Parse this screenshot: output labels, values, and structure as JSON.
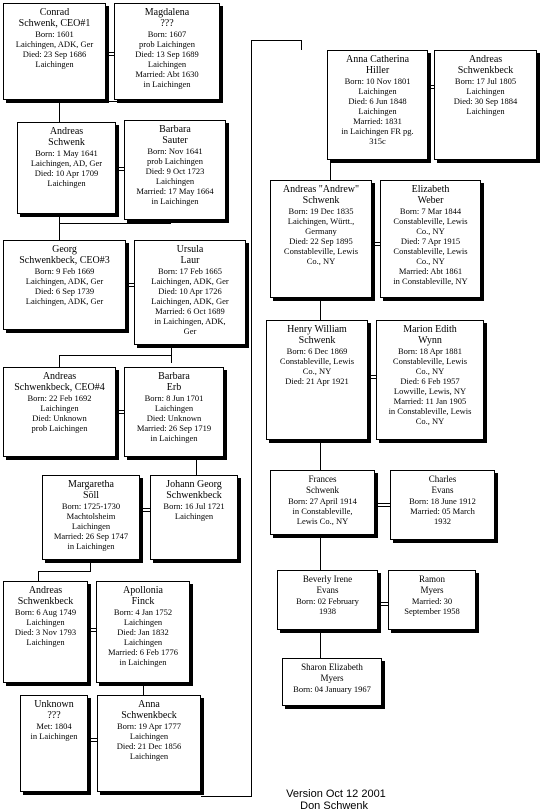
{
  "people": {
    "p1": {
      "name": "Conrad\nSchwenk, CEO#1",
      "details": "Born: 1601\nLaichingen, ADK, Ger\nDied: 23 Sep 1686\nLaichingen"
    },
    "p2": {
      "name": "Magdalena\n???",
      "details": "Born: 1607\nprob Laichingen\nDied: 13 Sep 1689\nLaichingen\nMarried: Abt 1630\nin Laichingen"
    },
    "p3": {
      "name": "Andreas\nSchwenk",
      "details": "Born: 1 May 1641\nLaichingen, AD, Ger\nDied: 10 Apr 1709\nLaichingen"
    },
    "p4": {
      "name": "Barbara\nSauter",
      "details": "Born: Nov 1641\nprob Laichingen\nDied: 9 Oct 1723\nLaichingen\nMarried: 17 May 1664\nin Laichingen"
    },
    "p5": {
      "name": "Georg\nSchwenkbeck, CEO#3",
      "details": "Born: 9 Feb 1669\nLaichingen, ADK, Ger\nDied: 6 Sep 1739\nLaichingen, ADK, Ger"
    },
    "p6": {
      "name": "Ursula\nLaur",
      "details": "Born: 17 Feb 1665\nLaichingen, ADK, Ger\nDied: 10 Apr 1726\nLaichingen, ADK, Ger\nMarried: 6 Oct 1689\nin Laichingen, ADK,\nGer"
    },
    "p7": {
      "name": "Andreas\nSchwenkbeck, CEO#4",
      "details": "Born: 22 Feb 1692\nLaichingen\nDied: Unknown\nprob Laichingen"
    },
    "p8": {
      "name": "Barbara\nErb",
      "details": "Born: 8 Jun 1701\nLaichingen\nDied: Unknown\nMarried: 26 Sep 1719\nin Laichingen"
    },
    "p9": {
      "name": "Margaretha\nSöll",
      "details": "Born: 1725-1730\nMachtolsheim\nLaichingen\nMarried: 26 Sep 1747\nin Laichingen"
    },
    "p10": {
      "name": "Johann Georg\nSchwenkbeck",
      "details": "Born: 16 Jul 1721\nLaichingen"
    },
    "p11": {
      "name": "Andreas\nSchwenkbeck",
      "details": "Born: 6 Aug 1749\nLaichingen\nDied: 3 Nov 1793\nLaichingen"
    },
    "p12": {
      "name": "Apollonia\nFinck",
      "details": "Born: 4 Jan 1752\nLaichingen\nDied: Jan 1832\nLaichingen\nMarried: 6 Feb 1776\nin Laichingen"
    },
    "p13": {
      "name": "Unknown\n???",
      "details": "Met: 1804\nin Laichingen"
    },
    "p14": {
      "name": "Anna\nSchwenkbeck",
      "details": "Born: 19 Apr 1777\nLaichingen\nDied: 21 Dec 1856\nLaichingen"
    },
    "p15": {
      "name": "Anna Catherina\nHiller",
      "details": "Born: 10 Nov 1801\nLaichingen\nDied: 6 Jun 1848\nLaichingen\nMarried: 1831\nin Laichingen FR pg.\n315c"
    },
    "p16": {
      "name": "Andreas\nSchwenkbeck",
      "details": "Born: 17 Jul 1805\nLaichingen\nDied: 30 Sep 1884\nLaichingen"
    },
    "p17": {
      "name": "Andreas \"Andrew\"\nSchwenk",
      "details": "Born: 19 Dec 1835\nLaichingen, Württ.,\nGermany\nDied: 22 Sep 1895\nConstableville, Lewis\nCo., NY"
    },
    "p18": {
      "name": "Elizabeth\nWeber",
      "details": "Born: 7 Mar 1844\nConstableville, Lewis\nCo., NY\nDied: 7 Apr 1915\nConstableville, Lewis\nCo., NY\nMarried: Abt 1861\nin Constableville, NY"
    },
    "p19": {
      "name": "Henry William\nSchwenk",
      "details": "Born: 6 Dec 1869\nConstableville, Lewis\nCo., NY\nDied: 21 Apr 1921"
    },
    "p20": {
      "name": "Marion Edith\nWynn",
      "details": "Born: 18 Apr 1881\nConstableville, Lewis\nCo., NY\nDied: 6 Feb 1957\nLowville, Lewis, NY\nMarried: 11 Jan 1905\nin Constableville, Lewis\nCo., NY"
    },
    "p21": {
      "name": "Frances\nSchwenk",
      "details": "Born: 27 April 1914\nin Constableville,\nLewis Co., NY"
    },
    "p22": {
      "name": "Charles\nEvans",
      "details": "Born: 18 June 1912\nMarried: 05 March\n1932"
    },
    "p23": {
      "name": "Beverly Irene\nEvans",
      "details": "Born: 02 February\n1938"
    },
    "p24": {
      "name": "Ramon\nMyers",
      "details": "Married: 30\nSeptember 1958"
    },
    "p25": {
      "name": "Sharon Elizabeth\nMyers",
      "details": "Born: 04 January 1967"
    }
  },
  "footer": {
    "version": "Version Oct 12 2001",
    "author": "Don Schwenk"
  }
}
